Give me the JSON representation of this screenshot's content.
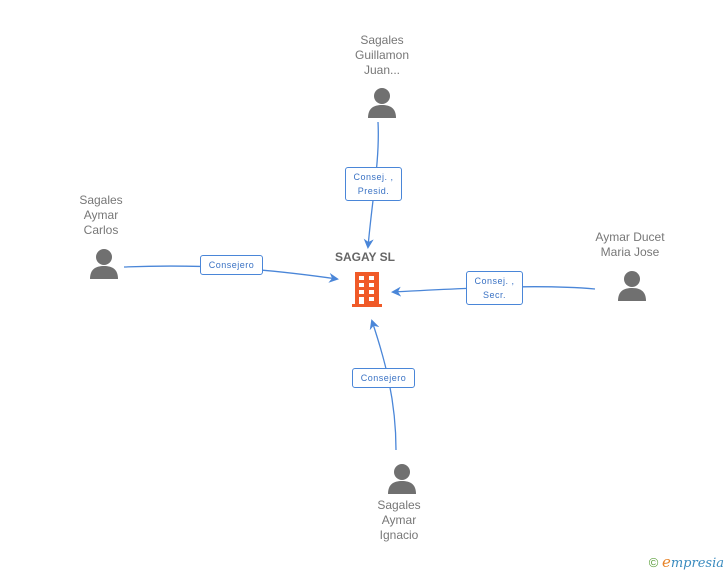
{
  "company": {
    "name": "SAGAY SL",
    "icon": "building-icon",
    "color": "#f05a28"
  },
  "people": [
    {
      "id": "guillamon",
      "lines": [
        "Sagales",
        "Guillamon",
        "Juan..."
      ],
      "icon": "person-icon"
    },
    {
      "id": "carlos",
      "lines": [
        "Sagales",
        "Aymar",
        "Carlos"
      ],
      "icon": "person-icon"
    },
    {
      "id": "ducet",
      "lines": [
        "Aymar Ducet",
        "Maria Jose"
      ],
      "icon": "person-icon"
    },
    {
      "id": "ignacio",
      "lines": [
        "Sagales",
        "Aymar",
        "Ignacio"
      ],
      "icon": "person-icon"
    }
  ],
  "relations": [
    {
      "from": "guillamon",
      "lines": [
        "Consej. ,",
        "Presid."
      ]
    },
    {
      "from": "carlos",
      "lines": [
        "Consejero"
      ]
    },
    {
      "from": "ducet",
      "lines": [
        "Consej. ,",
        "Secr."
      ]
    },
    {
      "from": "ignacio",
      "lines": [
        "Consejero"
      ]
    }
  ],
  "colors": {
    "edge": "#4a86d8",
    "person": "#707070",
    "label_text": "#777777"
  },
  "footer": {
    "copyright_symbol": "©",
    "brand_initial": "e",
    "brand_rest": "mpresia"
  }
}
